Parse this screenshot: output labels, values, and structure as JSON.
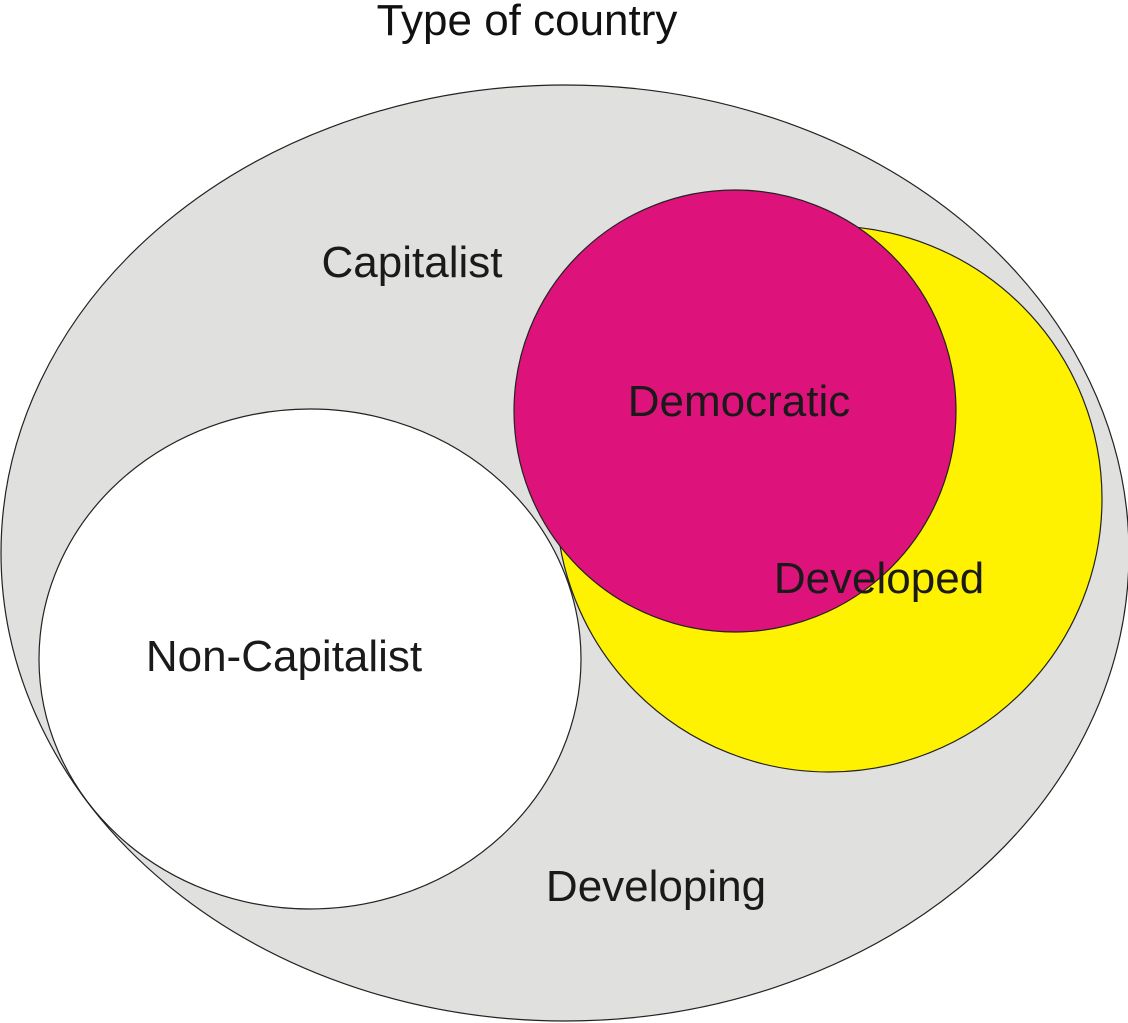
{
  "title": "Type of country",
  "colors": {
    "outer_fill": "#e0e0df",
    "non_capitalist_fill": "#ffffff",
    "developed_fill": "#fff200",
    "democratic_fill": "#dd137b",
    "outline": "#222222",
    "text": "#1a1a1a",
    "democratic_text": "#4a1a2a"
  },
  "sets": {
    "capitalist": "Capitalist",
    "non_capitalist": "Non-Capitalist",
    "democratic": "Democratic",
    "developed": "Developed",
    "developing": "Developing"
  }
}
